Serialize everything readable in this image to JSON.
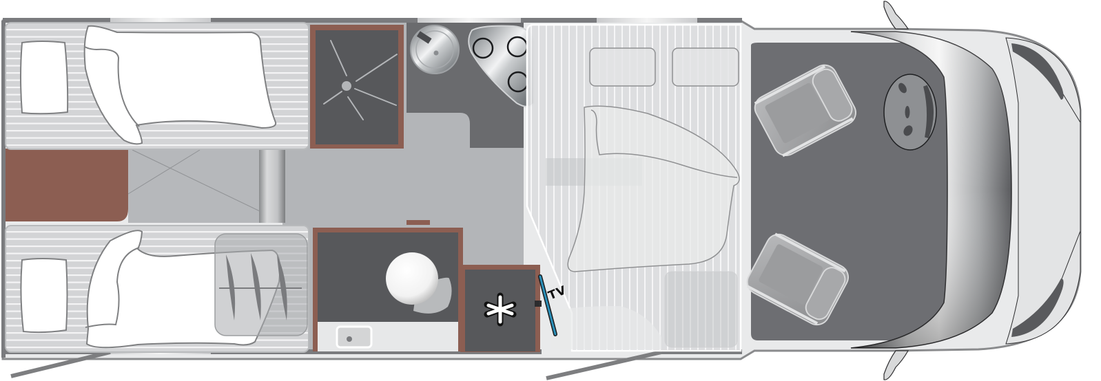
{
  "diagram": {
    "type": "motorhome-floor-plan",
    "view": "top-down",
    "orientation": "front-of-vehicle-right",
    "labels": {
      "tv": "TV"
    },
    "zones": [
      {
        "id": "rear-bed-left",
        "name": "Single bed (upper)"
      },
      {
        "id": "rear-bed-right",
        "name": "Single bed (lower)"
      },
      {
        "id": "rear-step",
        "name": "Bed step / storage"
      },
      {
        "id": "shower",
        "name": "Shower cubicle"
      },
      {
        "id": "kitchen",
        "name": "Kitchen with sink and 3-burner hob"
      },
      {
        "id": "washroom",
        "name": "Washroom with toilet and washbasin"
      },
      {
        "id": "fridge",
        "name": "Fridge"
      },
      {
        "id": "tv-mount",
        "name": "TV mount"
      },
      {
        "id": "pull-down-bed",
        "name": "Drop-down double bed over lounge"
      },
      {
        "id": "cab",
        "name": "Cab with swivel seats and steering wheel"
      }
    ],
    "colors": {
      "wall": "#7a7a7a",
      "floor": "#b4b6b9",
      "cabinet_dark": "#5b5c5f",
      "wood_trim": "#8c5e52",
      "cab_floor": "#6d6e72",
      "tv_blue": "#2a8fb8",
      "bed_mattress": "#d9dadb",
      "bedding": "#ffffff"
    }
  }
}
